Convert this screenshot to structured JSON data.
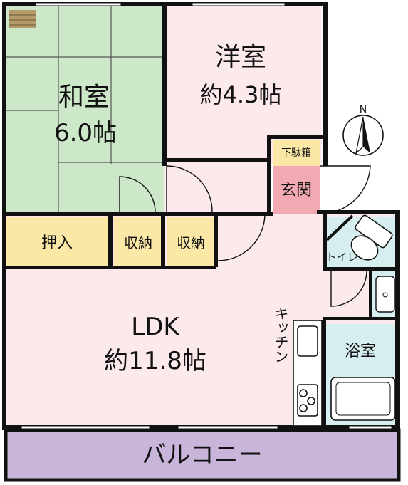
{
  "rooms": {
    "washitsu": {
      "name": "和室",
      "size": "6.0帖"
    },
    "youshitsu": {
      "name": "洋室",
      "size": "約4.3帖"
    },
    "ldk": {
      "name": "LDK",
      "size": "約11.8帖"
    },
    "genkan": "玄関",
    "getabako": "下駄箱",
    "oshiire": "押入",
    "shuno1": "収納",
    "shuno2": "収納",
    "toilet": "トイレ",
    "kitchen": "キッチン",
    "bath": "浴室",
    "balcony": "バルコニー"
  },
  "compass": {
    "north": "N"
  },
  "colors": {
    "washitsu": "#cde8c8",
    "youshitsu": "#fbe9ec",
    "ldk": "#fbe9ec",
    "genkan": "#f2a9b2",
    "storage": "#fbe8a6",
    "wet": "#d7eef0",
    "balcony": "#c8b5d9",
    "tatami_edge": "#b59a6a",
    "wall": "#111111"
  }
}
